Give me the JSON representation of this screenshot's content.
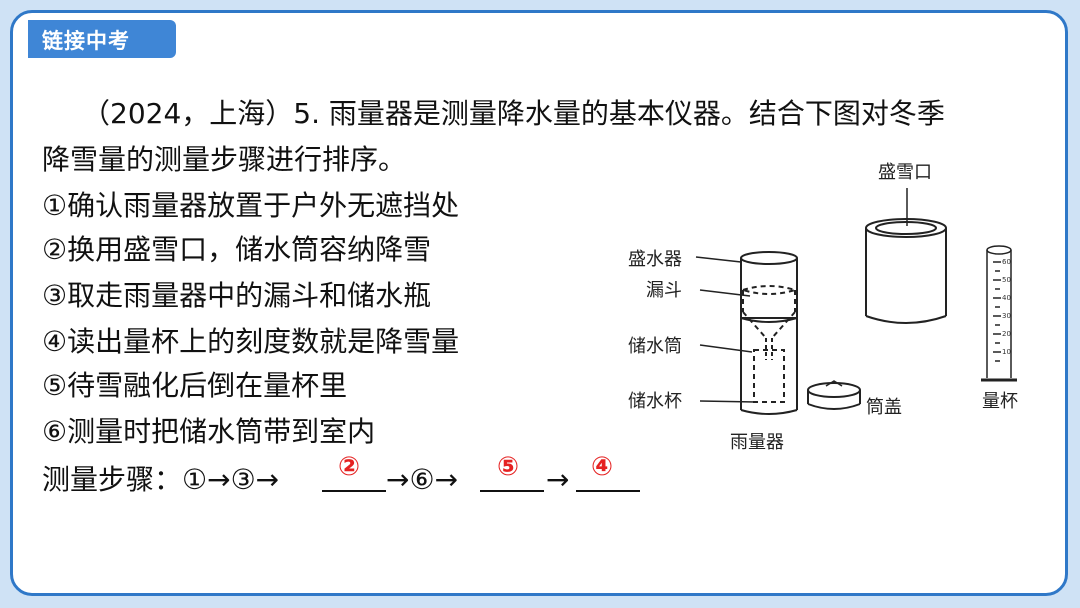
{
  "badge": "链接中考",
  "question": {
    "line1": "（2024，上海）5. 雨量器是测量降水量的基本仪器。结合下图对冬季",
    "line2": "降雪量的测量步骤进行排序。",
    "options": [
      "①确认雨量器放置于户外无遮挡处",
      "②换用盛雪口，储水筒容纳降雪",
      "③取走雨量器中的漏斗和储水瓶",
      "④读出量杯上的刻度数就是降雪量",
      "⑤待雪融化后倒在量杯里",
      "⑥测量时把储水筒带到室内"
    ],
    "steps_prefix": "测量步骤：①→③→",
    "arrow_six": "→⑥→",
    "arrow": "→",
    "answers": [
      "②",
      "⑤",
      "④"
    ]
  },
  "figure": {
    "labels": {
      "snow_mouth": "盛雪口",
      "water_container": "盛水器",
      "funnel": "漏斗",
      "storage_tube": "储水筒",
      "storage_cup": "储水杯",
      "gauge": "雨量器",
      "tube_cap": "筒盖",
      "measuring_cup": "量杯"
    },
    "ticks": [
      "60",
      "50",
      "40",
      "30",
      "20",
      "10"
    ]
  }
}
